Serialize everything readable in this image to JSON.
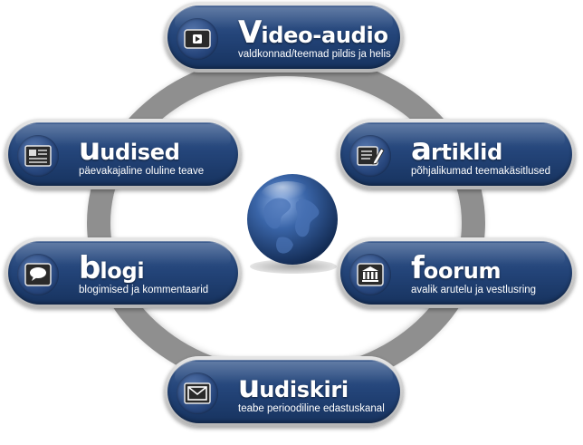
{
  "items": {
    "video": {
      "title_first": "V",
      "title_rest": "ideo-audio",
      "subtitle": "valdkonnad/teemad pildis ja helis",
      "icon": "video-player-icon"
    },
    "uudised": {
      "title_first": "u",
      "title_rest": "udised",
      "subtitle": "päevakajaline oluline teave",
      "icon": "newspaper-icon"
    },
    "artiklid": {
      "title_first": "a",
      "title_rest": "rtiklid",
      "subtitle": "põhjalikumad teemakäsitlused",
      "icon": "article-edit-icon"
    },
    "blogi": {
      "title_first": "b",
      "title_rest": "logi",
      "subtitle": "blogimised ja kommentaarid",
      "icon": "speech-bubble-icon"
    },
    "foorum": {
      "title_first": "f",
      "title_rest": "oorum",
      "subtitle": "avalik arutelu ja vestlusring",
      "icon": "columns-building-icon"
    },
    "uudiskiri": {
      "title_first": "u",
      "title_rest": "udiskiri",
      "subtitle": "teabe perioodiline edastuskanal",
      "icon": "envelope-icon"
    }
  },
  "colors": {
    "pill_dark": "#17335f",
    "pill_light": "#3f5f92",
    "ring": "#8f8f8f",
    "globe": "#2b4f8a"
  }
}
